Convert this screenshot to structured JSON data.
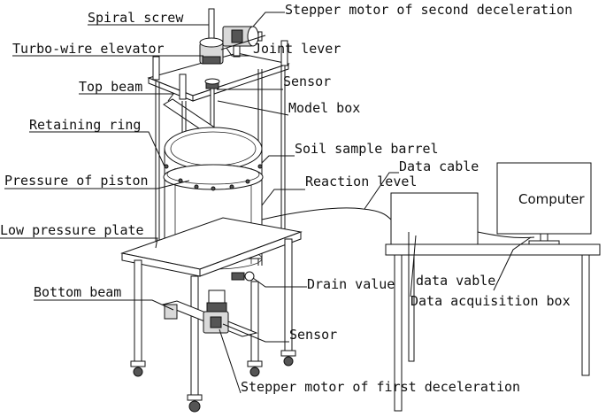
{
  "labels": {
    "spiral_screw": "Spiral screw",
    "stepper_motor_second": "Stepper motor of second deceleration",
    "turbo_wire_elevator": "Turbo-wire elevator",
    "joint_lever": "Joint lever",
    "sensor_top": "Sensor",
    "top_beam": "Top beam",
    "model_box": "Model box",
    "retaining_ring": "Retaining ring",
    "soil_sample_barrel": "Soil sample barrel",
    "data_cable": "Data cable",
    "pressure_of_piston": "Pressure of piston",
    "reaction_level": "Reaction level",
    "computer": "Computer",
    "low_pressure_plate": "Low pressure plate",
    "drain_value": "Drain value",
    "data_vable": "data vable",
    "data_acquisition_box": "Data acquisition box",
    "bottom_beam": "Bottom beam",
    "sensor_bottom": "Sensor",
    "stepper_motor_first": "Stepper motor of first deceleration"
  }
}
